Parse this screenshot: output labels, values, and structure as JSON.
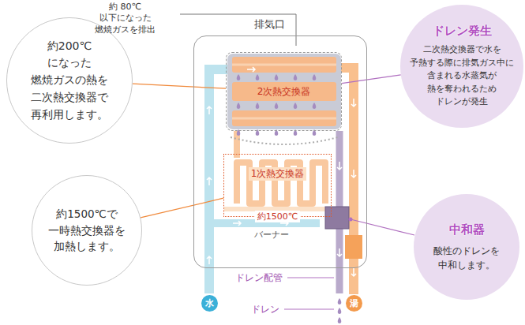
{
  "diagram": {
    "nodes": [
      {
        "text": [
          "約200℃になった 燃焼ガスの熱を 二次熱交換器で 再利用します。"
        ]
      },
      {
        "text": [
          "約1500℃で 一時熱交換器を 加熱します。"
        ]
      },
      {
        "text": [
          "ドレン発生",
          "二次熱交換器で水を 予熱する際に排気ガス中に 含まれる水蒸気が 熱を奪われるため ドレンが発生"
        ]
      },
      {
        "text": [
          "中和器",
          "酸性のドレンを 中和します。"
        ]
      },
      {
        "text": [
          "排気口"
        ]
      },
      {
        "text": [
          "2次熱交換器"
        ],
        "in": 4
      },
      {
        "text": [
          "1次熱交換器",
          "約1500℃"
        ],
        "in": 4
      },
      {
        "text": [
          "水"
        ]
      },
      {
        "text": [
          "湯"
        ]
      }
    ],
    "edges": [
      {
        "from": 0,
        "to": 5,
        "arrow": "none"
      },
      {
        "from": 1,
        "to": 6,
        "arrow": "none"
      },
      {
        "from": 2,
        "to": 5,
        "arrow": "none"
      }
    ],
    "labels": [
      "約 80℃以下になった 燃焼ガスを排出",
      "バーナー",
      "ドレン配管",
      "ドレン"
    ]
  }
}
